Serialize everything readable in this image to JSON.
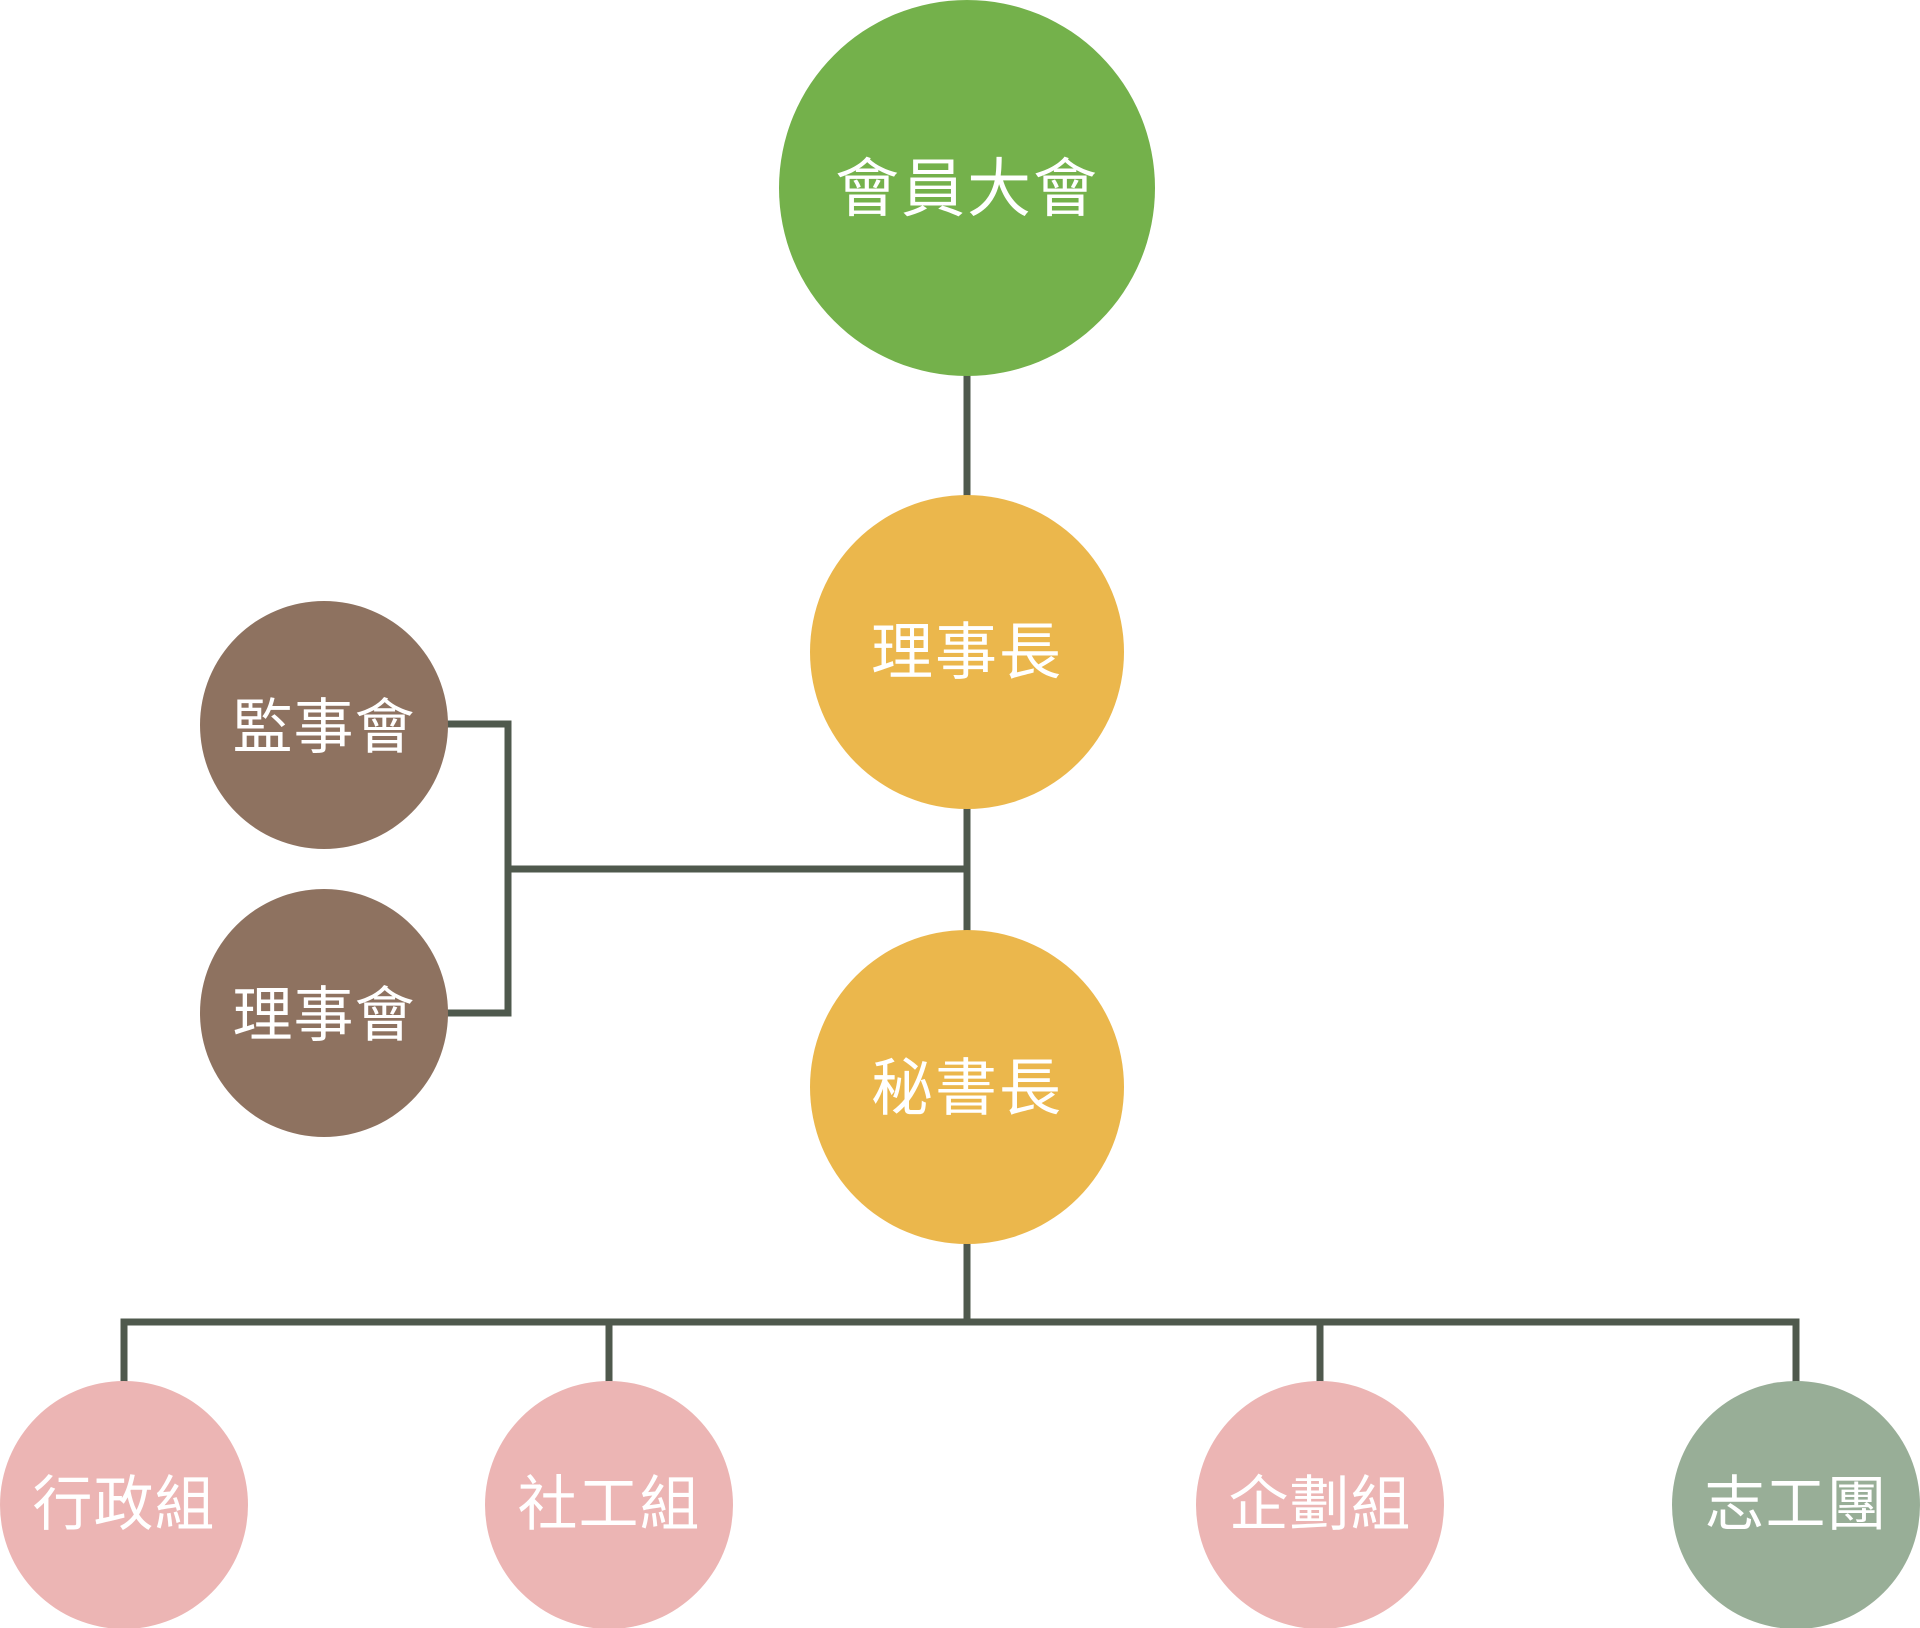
{
  "colors": {
    "top": "#74b14b",
    "leader": "#ebb74c",
    "board": "#8e7260",
    "department": "#ecb5b4",
    "volunteer": "#98ae97",
    "connector": "#4f594d",
    "text": "#ffffff"
  },
  "nodes": {
    "general_assembly": "會員大會",
    "chairman": "理事長",
    "supervisory_board": "監事會",
    "board_of_directors": "理事會",
    "secretary_general": "秘書長",
    "administration": "行政組",
    "social_work": "社工組",
    "planning": "企劃組",
    "volunteers": "志工團"
  }
}
